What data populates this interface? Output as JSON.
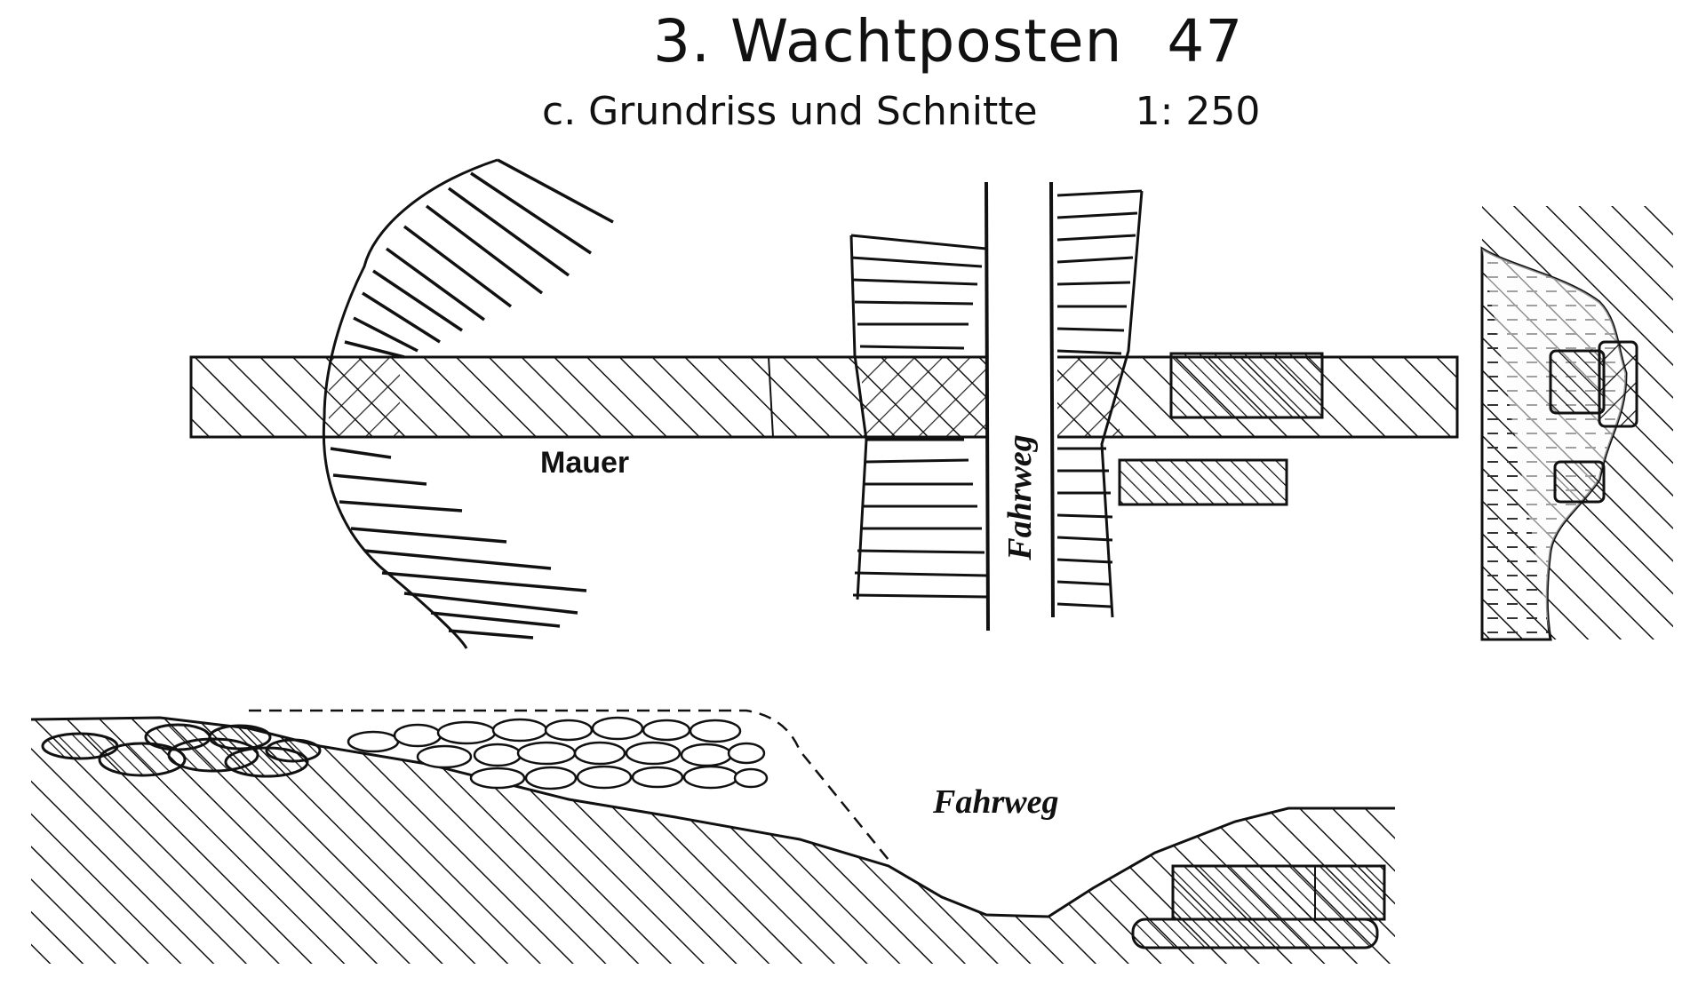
{
  "header": {
    "title": "3. Wachtposten",
    "page_number": "47",
    "subtitle": "c. Grundriss und Schnitte",
    "scale": "1: 250"
  },
  "labels": {
    "wall": "Mauer",
    "road_plan": "Fahrweg",
    "road_section": "Fahrweg"
  }
}
